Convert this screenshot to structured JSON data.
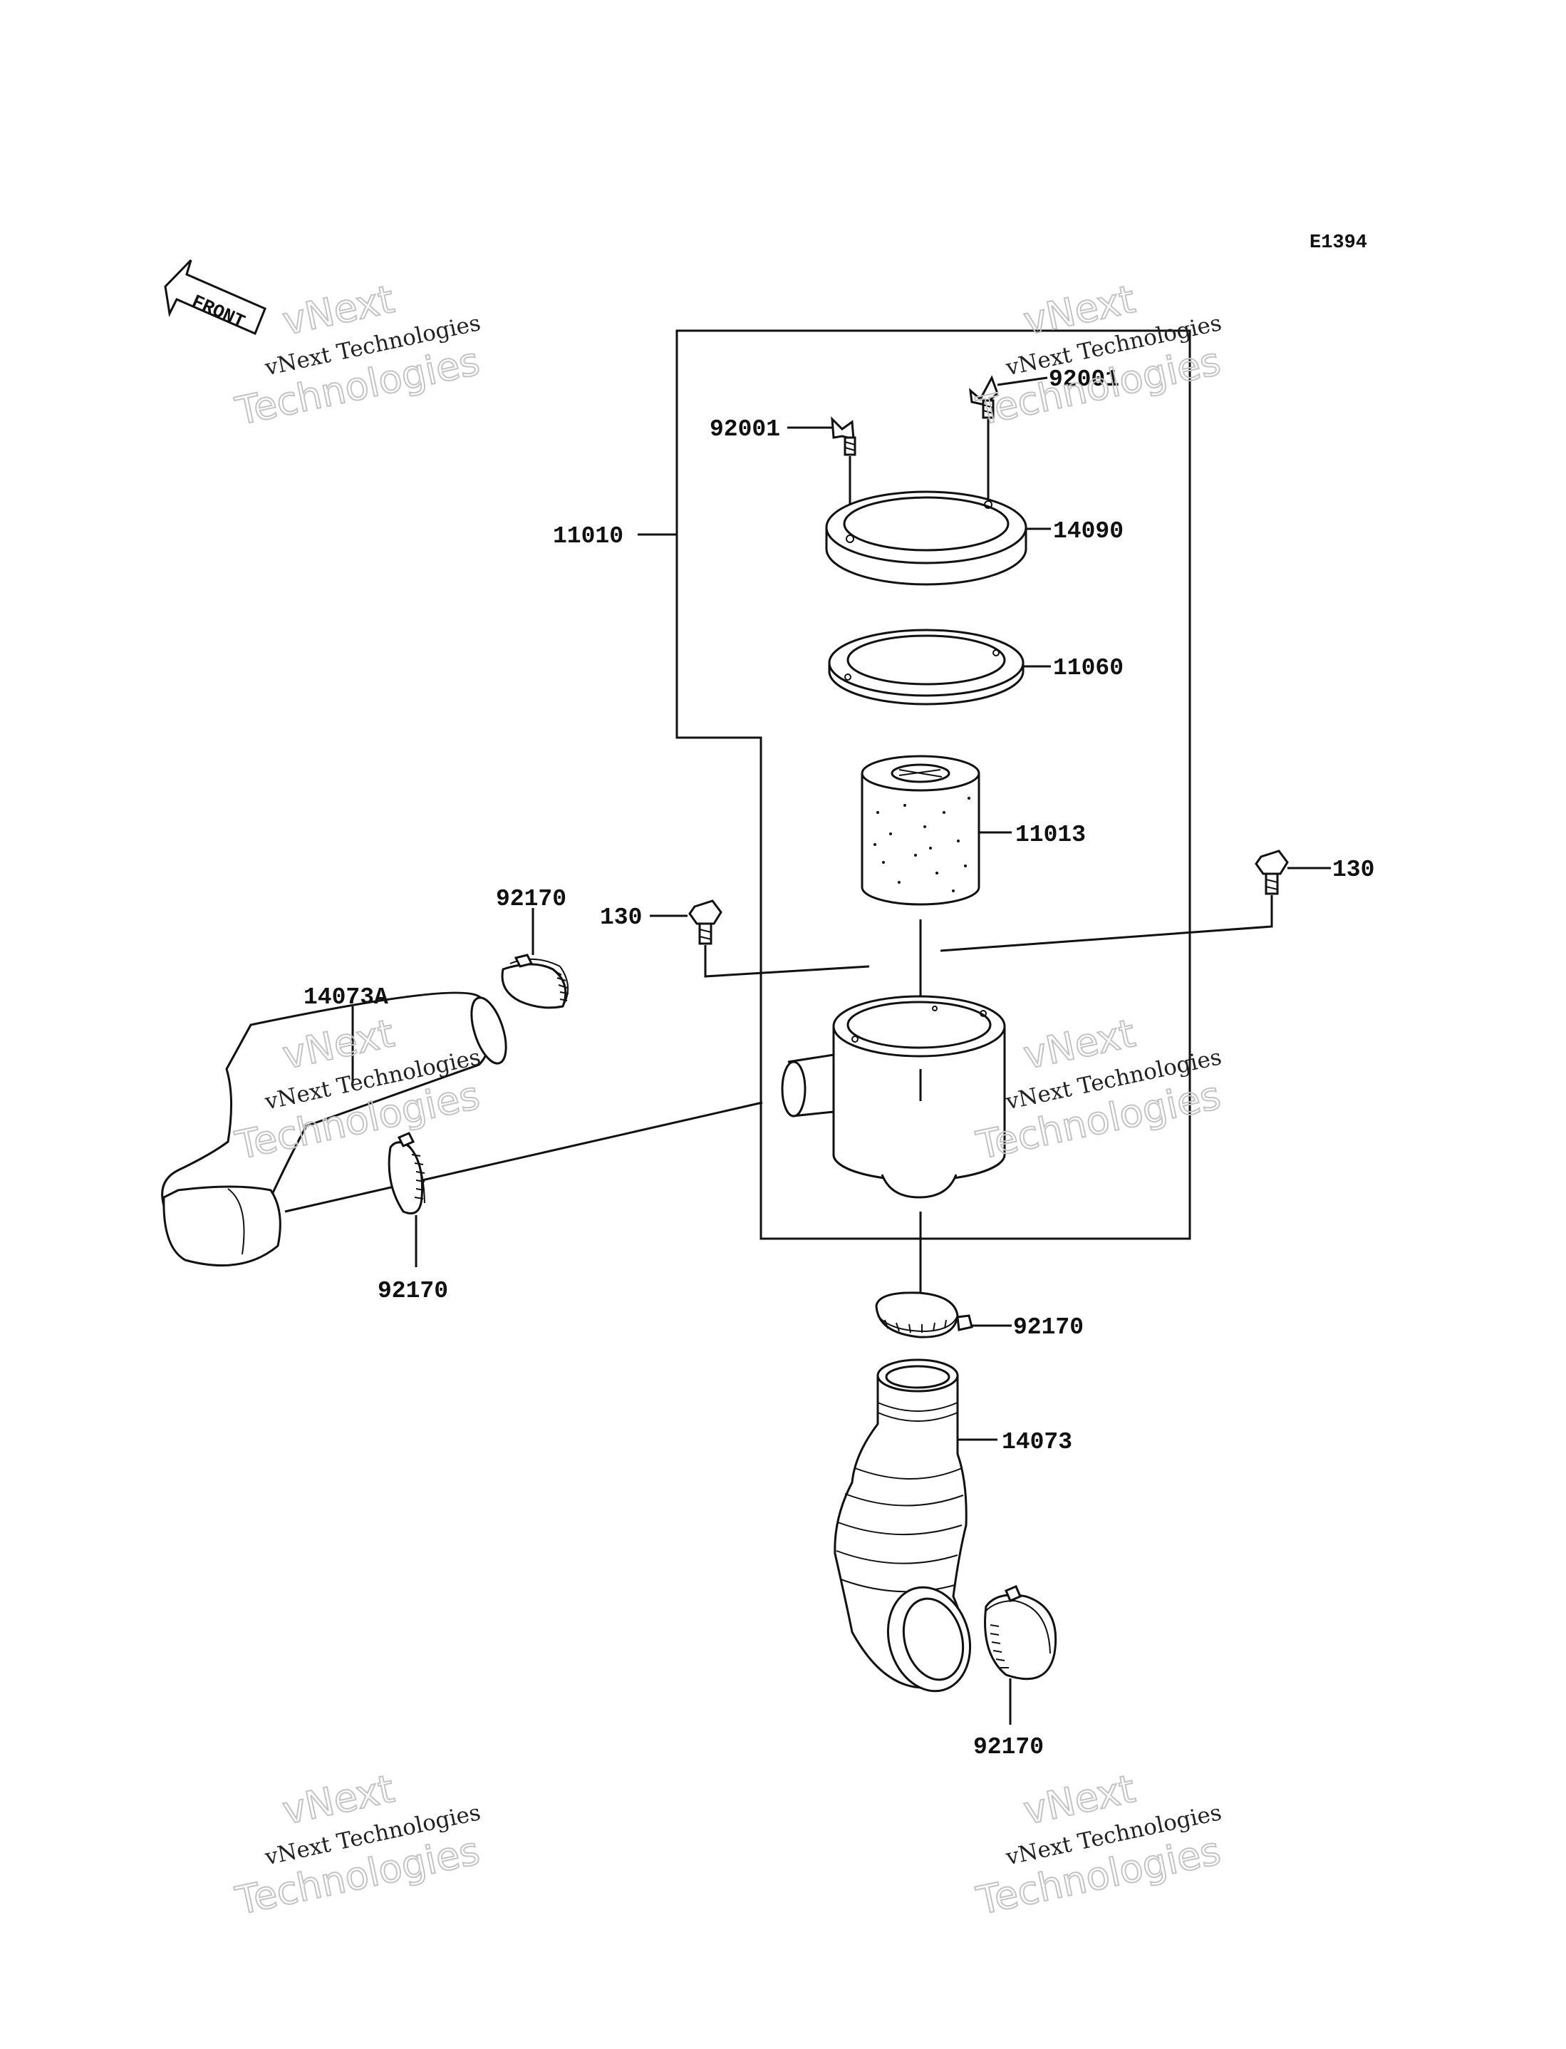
{
  "diagram_code": "E1394",
  "front_arrow_label": "FRONT",
  "watermark": {
    "line1": "vNext",
    "line2": "vNext Technologies",
    "line3": "Technologies"
  },
  "part_labels": {
    "p92001_left": "92001",
    "p92001_right": "92001",
    "p11010": "11010",
    "p14090": "14090",
    "p11060": "11060",
    "p11013": "11013",
    "p130_left": "130",
    "p130_right": "130",
    "p92170_top": "92170",
    "p14073A": "14073A",
    "p92170_left": "92170",
    "p92170_mid": "92170",
    "p14073": "14073",
    "p92170_bottom": "92170"
  }
}
